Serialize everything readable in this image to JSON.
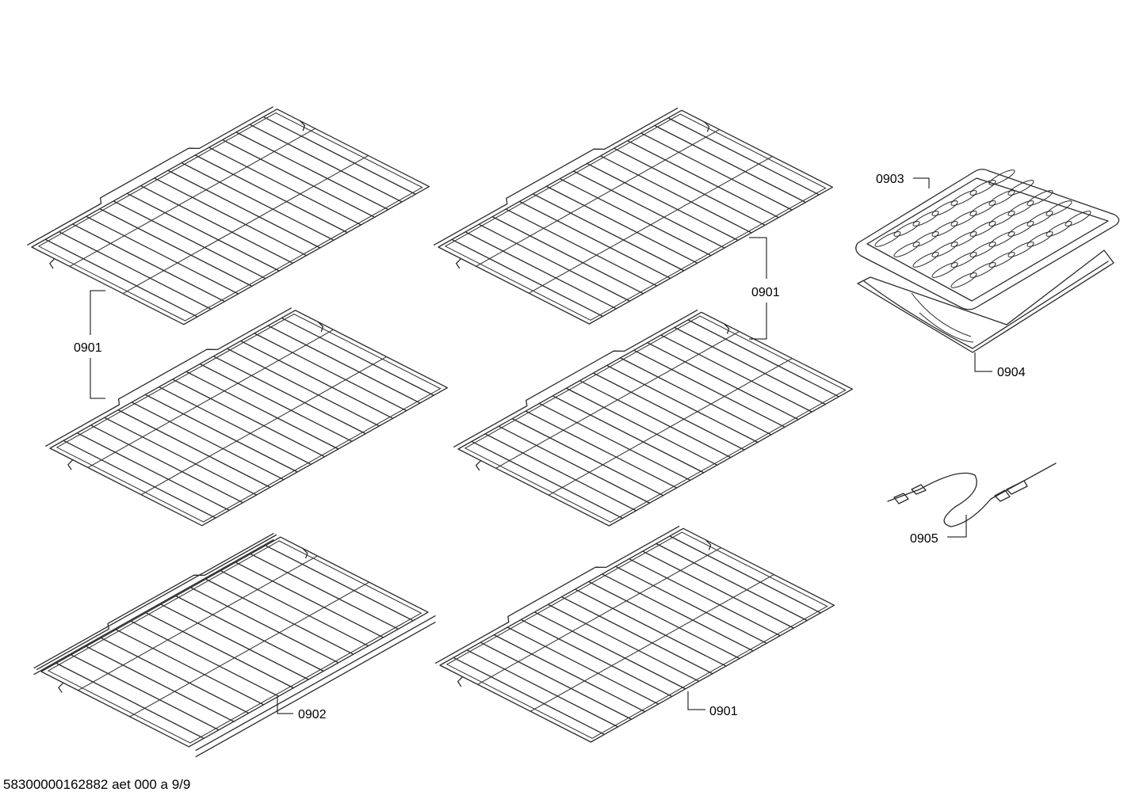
{
  "parts": [
    {
      "label": "0901",
      "item": "oven-rack"
    },
    {
      "label": "0901",
      "item": "oven-rack"
    },
    {
      "label": "0901",
      "item": "oven-rack"
    },
    {
      "label": "0902",
      "item": "sliding-rack"
    },
    {
      "label": "0903",
      "item": "broil-pan-insert"
    },
    {
      "label": "0904",
      "item": "broil-pan"
    },
    {
      "label": "0905",
      "item": "meat-probe"
    }
  ],
  "footer": {
    "text": "58300000162882 aet 000 a 9/9"
  }
}
